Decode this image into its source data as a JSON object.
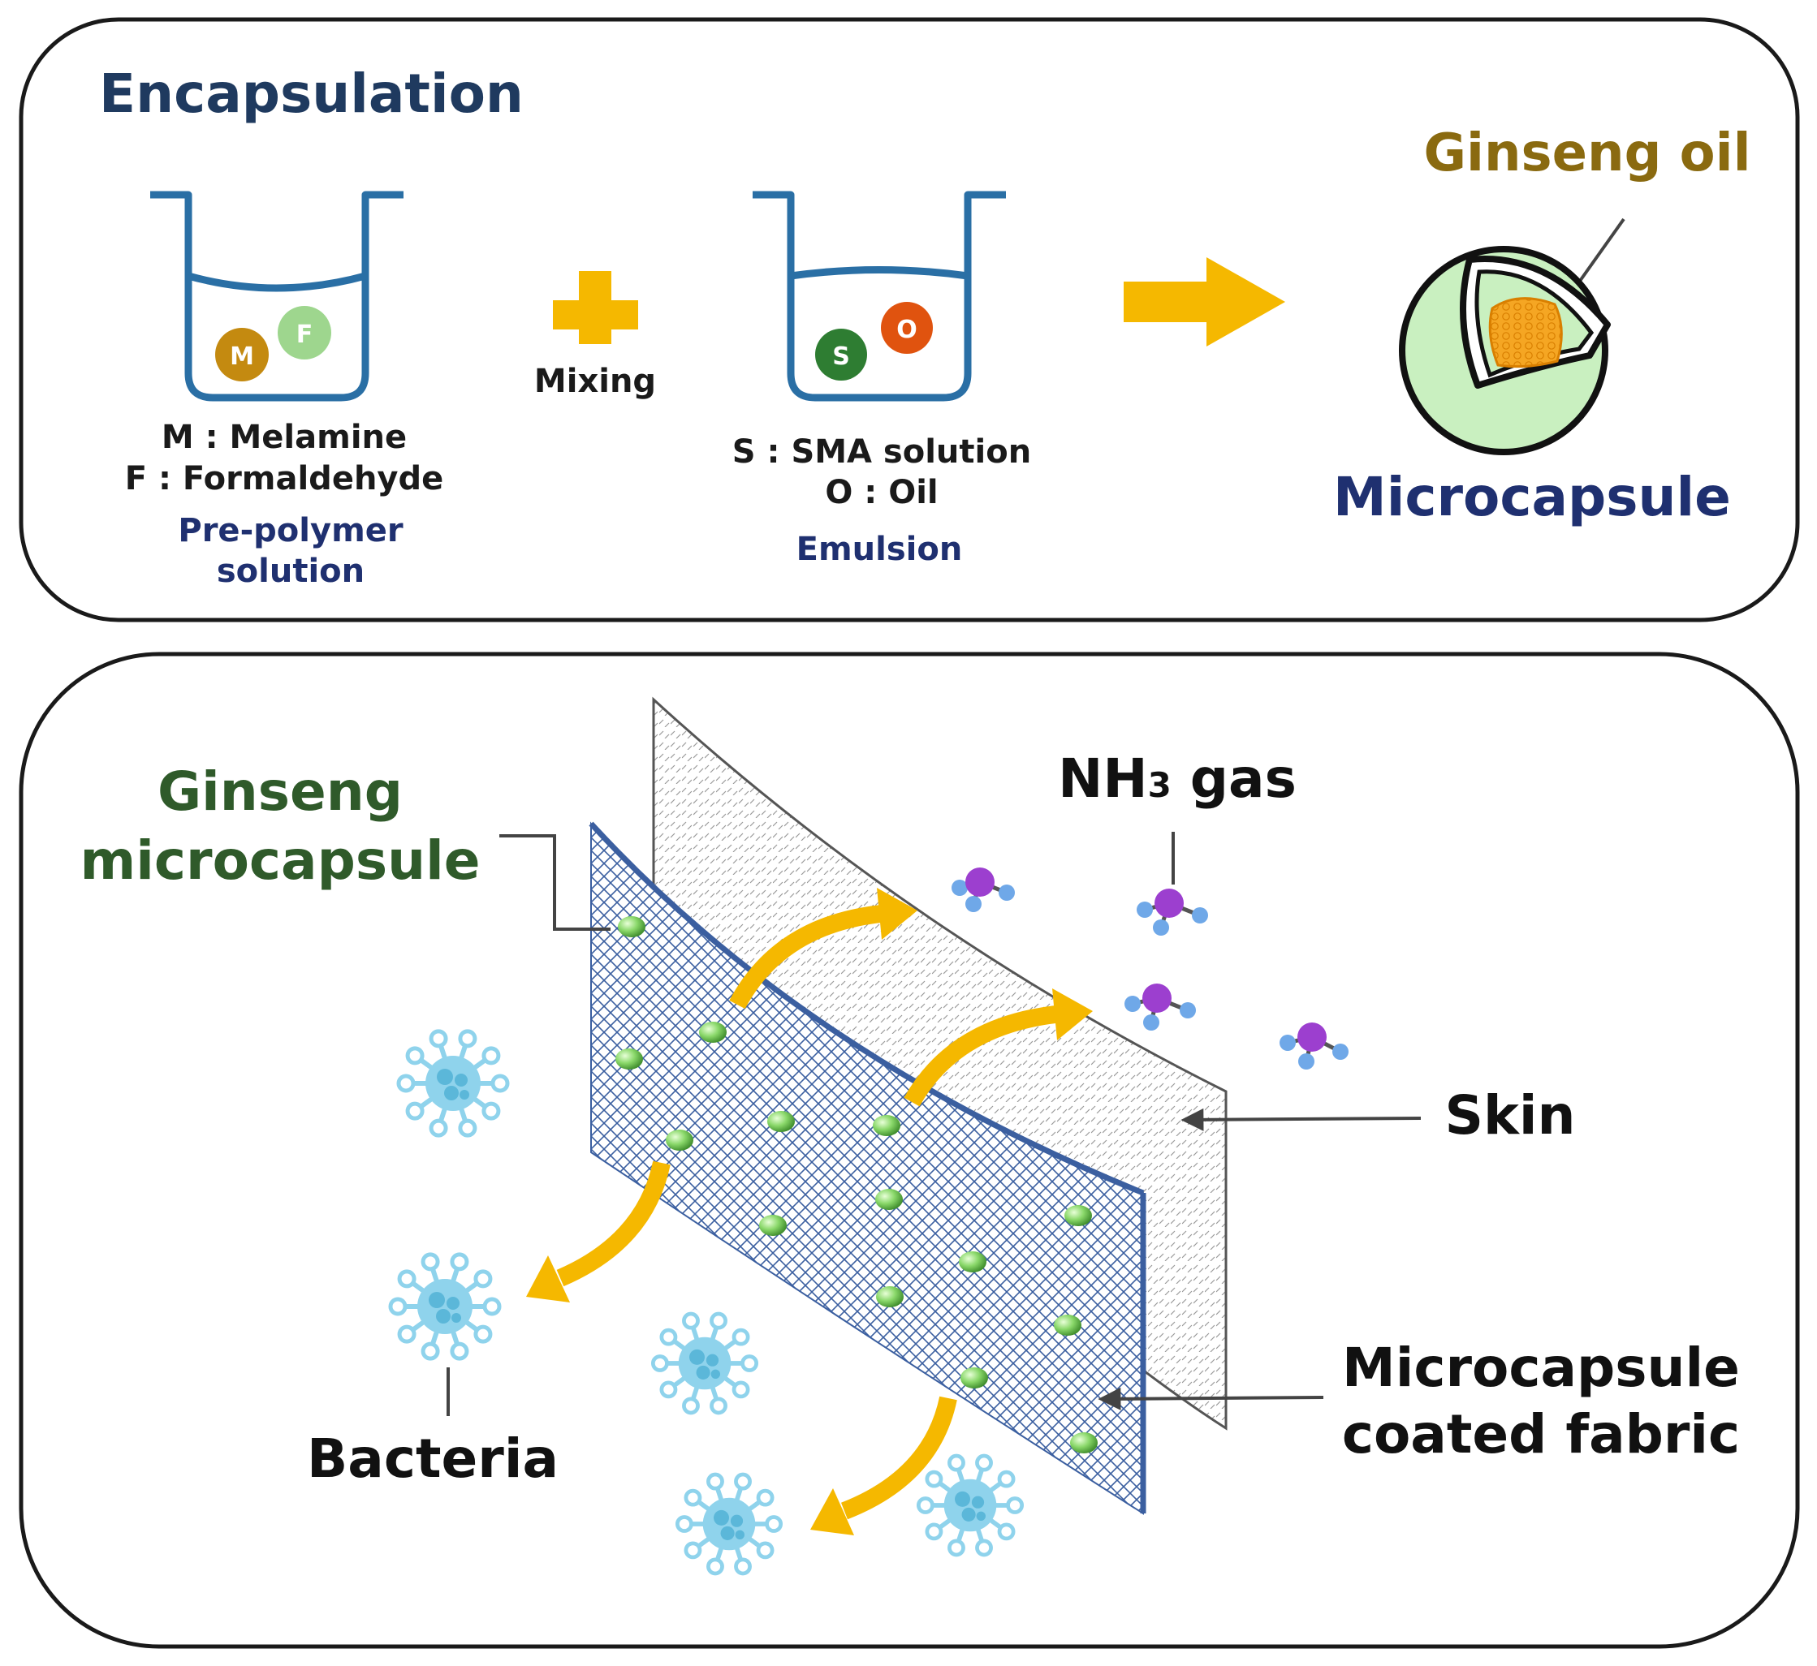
{
  "encapsulation": {
    "title": "Encapsulation",
    "beaker1": {
      "m_symbol": "M",
      "f_symbol": "F",
      "legend_m": "M : Melamine",
      "legend_f": "F : Formaldehyde",
      "caption_line1": "Pre-polymer",
      "caption_line2": "solution"
    },
    "mixing_label": "Mixing",
    "beaker2": {
      "s_symbol": "S",
      "o_symbol": "O",
      "legend_s": "S : SMA solution",
      "legend_o": "O : Oil",
      "caption": "Emulsion"
    },
    "ginseng_oil_label": "Ginseng oil",
    "microcapsule_label": "Microcapsule"
  },
  "application": {
    "ginseng_label_line1": "Ginseng",
    "ginseng_label_line2": "microcapsule",
    "nh3_prefix": "NH",
    "nh3_subscript": "3",
    "nh3_suffix": " gas",
    "skin_label": "Skin",
    "fabric_label_line1": "Microcapsule",
    "fabric_label_line2": "coated fabric",
    "bacteria_label": "Bacteria"
  },
  "colors": {
    "panel_border": "#1a1a1a",
    "title_navy": "#1f3a5f",
    "caption_navy": "#1f3070",
    "beaker_blue": "#2a6fa5",
    "arrow_yellow": "#f5b800",
    "ginseng_gold": "#8a6a10",
    "ginseng_green": "#2f5a2a",
    "m_color": "#c48a10",
    "f_color": "#9ed68e",
    "s_color": "#2e7d32",
    "o_color": "#e0530f",
    "capsule_shell": "#c9f0c0",
    "oil_core": "#f5a623",
    "fabric_blue": "#3b5fa0",
    "bacteria_blue": "#8fd3ec",
    "nh3_purple": "#9c3fcf",
    "nh3_h_blue": "#6fa8e8"
  }
}
